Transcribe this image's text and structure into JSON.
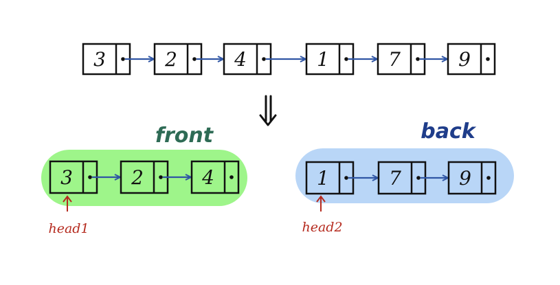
{
  "original_list": {
    "nodes": [
      "3",
      "2",
      "4",
      "1",
      "7",
      "9"
    ]
  },
  "split_arrow": {
    "icon": "double-down-arrow-icon"
  },
  "front_group": {
    "label": "front",
    "nodes": [
      "3",
      "2",
      "4"
    ],
    "pointer_label": "head1",
    "color": "#9ef58a",
    "label_color": "#2e6b55"
  },
  "back_group": {
    "label": "back",
    "nodes": [
      "1",
      "7",
      "9"
    ],
    "pointer_label": "head2",
    "color": "#b9d6f7",
    "label_color": "#1f3d8a"
  },
  "colors": {
    "arrow": "#2f55a4",
    "pointer": "#b52a1e",
    "box_stroke": "#111111"
  }
}
